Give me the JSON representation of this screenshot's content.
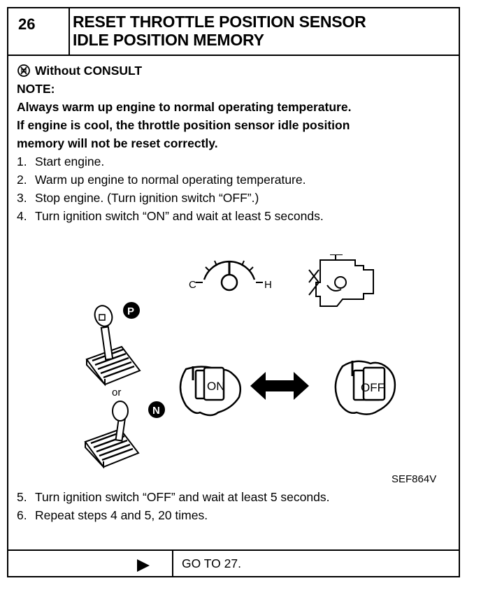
{
  "header": {
    "step_number": "26",
    "title_line1": "RESET THROTTLE POSITION SENSOR",
    "title_line2": "IDLE POSITION MEMORY"
  },
  "mode": {
    "label": "Without CONSULT",
    "icon": "crossed-circle-icon"
  },
  "note": {
    "heading": "NOTE:",
    "lines": [
      "Always warm up engine to normal operating temperature.",
      "If engine is cool, the throttle position sensor idle position",
      "memory will not be reset correctly."
    ]
  },
  "steps_a": [
    {
      "num": "1.",
      "text": "Start engine."
    },
    {
      "num": "2.",
      "text": "Warm up engine to normal operating temperature."
    },
    {
      "num": "3.",
      "text": "Stop engine. (Turn ignition switch “OFF”.)"
    },
    {
      "num": "4.",
      "text": "Turn ignition switch “ON” and wait at least 5 seconds."
    }
  ],
  "figure": {
    "gauge_cold": "C",
    "gauge_hot": "H",
    "shift_p": "P",
    "shift_n": "N",
    "or_text": "or",
    "key_on": "ON",
    "key_off": "OFF",
    "code": "SEF864V"
  },
  "steps_b": [
    {
      "num": "5.",
      "text": "Turn ignition switch “OFF” and wait at least 5 seconds."
    },
    {
      "num": "6.",
      "text": "Repeat steps 4 and 5, 20 times."
    }
  ],
  "footer": {
    "goto": "GO TO 27."
  }
}
